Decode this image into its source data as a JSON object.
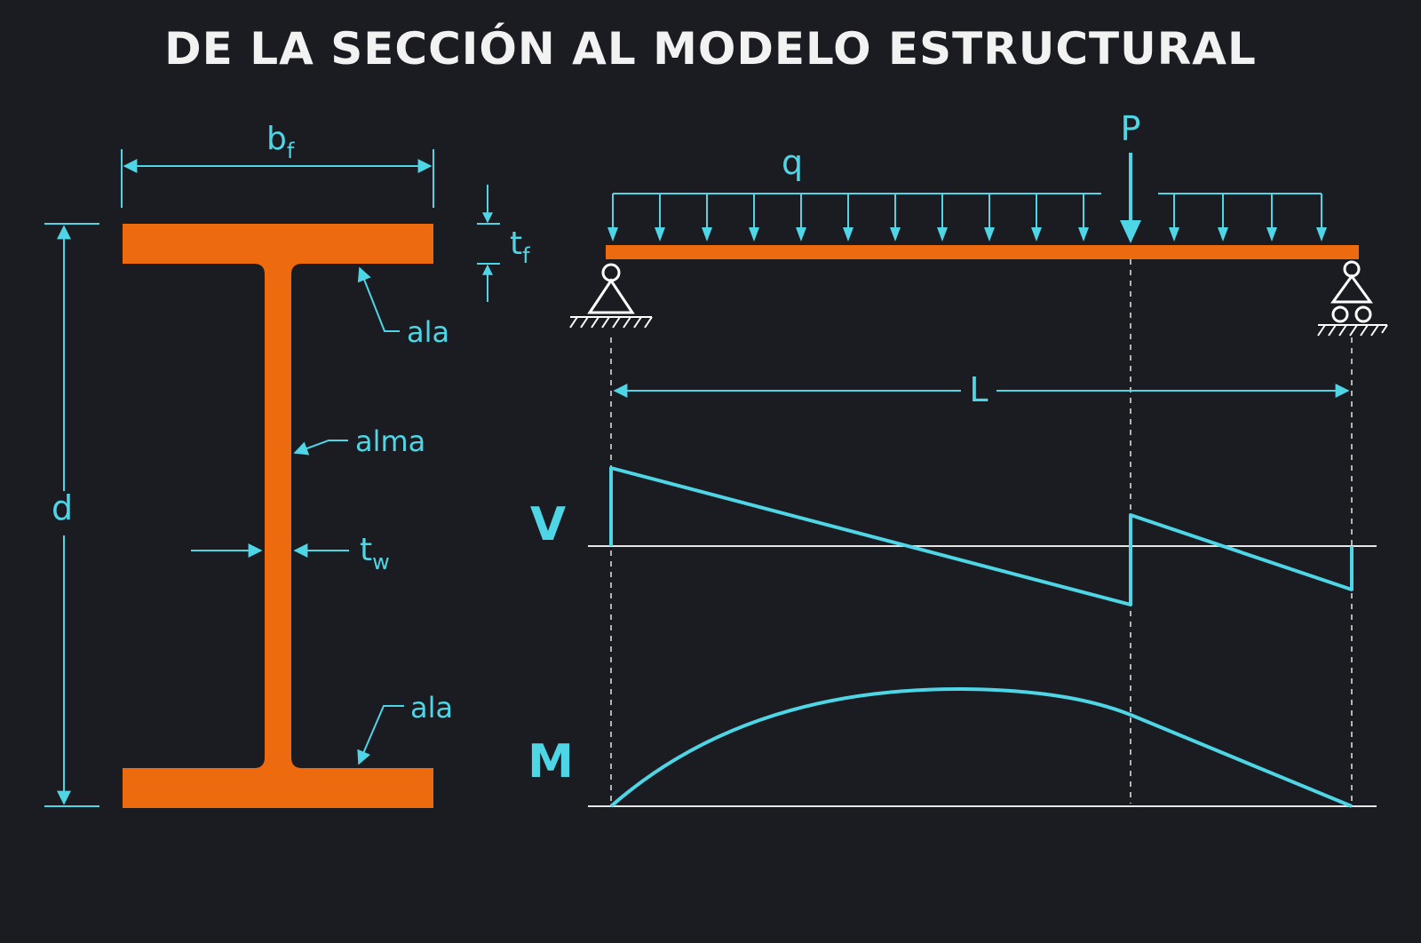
{
  "title": "DE LA SECCIÓN AL MODELO ESTRUCTURAL",
  "section": {
    "flange_width": {
      "main": "b",
      "sub": "f"
    },
    "flange_thickness": {
      "main": "t",
      "sub": "f"
    },
    "depth": "d",
    "web_thickness": {
      "main": "t",
      "sub": "w"
    },
    "top_flange_label": "ala",
    "web_label": "alma",
    "bottom_flange_label": "ala"
  },
  "beam": {
    "distributed_load": "q",
    "point_load": "P",
    "span": "L"
  },
  "diagrams": {
    "shear_label": "V",
    "moment_label": "M"
  },
  "colors": {
    "background": "#1a1c21",
    "steel": "#ee6a0f",
    "annotation": "#4fd6e6",
    "title": "#f2f2f2"
  }
}
